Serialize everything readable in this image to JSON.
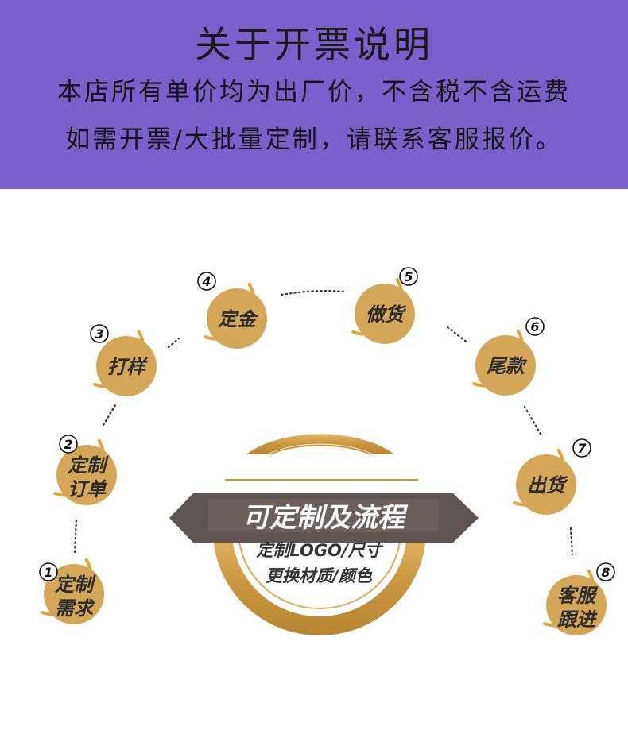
{
  "header": {
    "title": "关于开票说明",
    "line1": "本店所有单价均为出厂价，不含税不含运费",
    "line2": "如需开票/大批量定制，请联系客服报价。"
  },
  "center": {
    "title": "可定制及流程",
    "sub1": "定制LOGO/尺寸",
    "sub2": "更换材质/颜色"
  },
  "steps": [
    {
      "num": "1",
      "line1": "定制",
      "line2": "需求"
    },
    {
      "num": "2",
      "line1": "定制",
      "line2": "订单"
    },
    {
      "num": "3",
      "line1": "打样",
      "line2": ""
    },
    {
      "num": "4",
      "line1": "定金",
      "line2": ""
    },
    {
      "num": "5",
      "line1": "做货",
      "line2": ""
    },
    {
      "num": "6",
      "line1": "尾款",
      "line2": ""
    },
    {
      "num": "7",
      "line1": "出货",
      "line2": ""
    },
    {
      "num": "8",
      "line1": "客服",
      "line2": "跟进"
    }
  ],
  "colors": {
    "banner": "#7b5fcb",
    "gold": "#d4a657",
    "ring": "#e0a43a",
    "ribbon": "#5f5552"
  }
}
